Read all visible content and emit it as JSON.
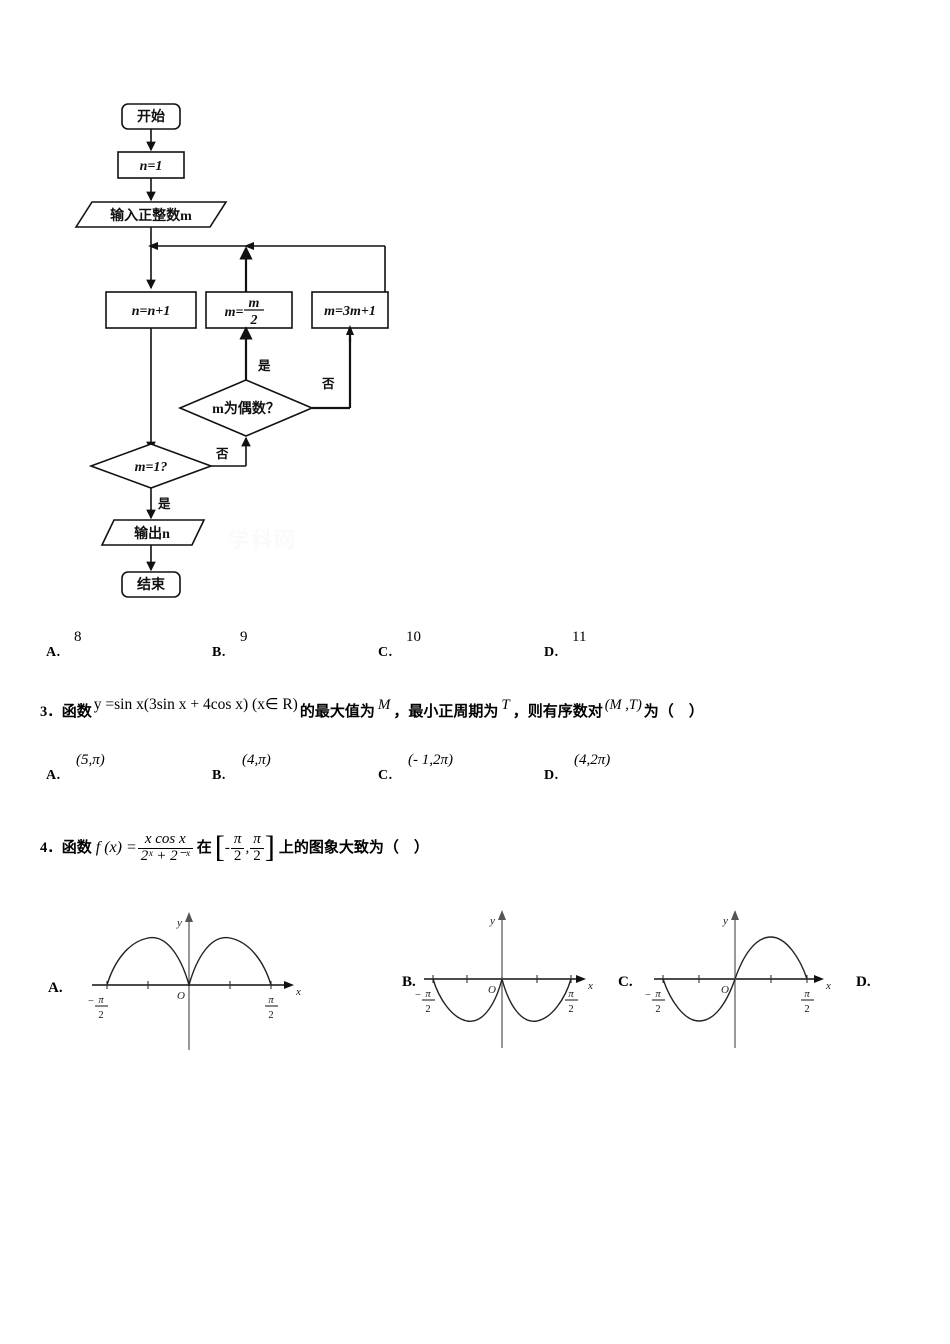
{
  "document": {
    "type": "math-exam-page",
    "watermark": "学科网"
  },
  "flowchart": {
    "title": "program-flowchart",
    "nodes": {
      "start": "开始",
      "init": "n=1",
      "input": "输入正整数m",
      "increment": "n=n+1",
      "halve_lhs": "m=",
      "halve_num": "m",
      "halve_den": "2",
      "triple": "m=3m+1",
      "decision_even": "m为偶数？",
      "decision_one": "m=1?",
      "output": "输出n",
      "end": "结束"
    },
    "edge_labels": {
      "even_yes": "是",
      "even_no": "否",
      "one_no": "否",
      "one_yes": "是"
    }
  },
  "questions": [
    {
      "id": "q2-options",
      "options": [
        {
          "letter": "A.",
          "value": "8"
        },
        {
          "letter": "B.",
          "value": "9"
        },
        {
          "letter": "C.",
          "value": "10"
        },
        {
          "letter": "D.",
          "value": "11"
        }
      ]
    },
    {
      "id": "q3",
      "number": "3．",
      "lead": "函数",
      "formula": "y =sin x(3sin x + 4cos x) (x∈ R)",
      "mid1": "的最大值为",
      "var_M": "M",
      "mid2": "，最小正周期为",
      "var_T": "T",
      "mid3": "，则有序数对",
      "pair": "(M ,T)",
      "tail": "为（　）",
      "options": [
        {
          "letter": "A.",
          "value": "(5,π)"
        },
        {
          "letter": "B.",
          "value": "(4,π)"
        },
        {
          "letter": "C.",
          "value": "(- 1,2π)"
        },
        {
          "letter": "D.",
          "value": "(4,2π)"
        }
      ]
    },
    {
      "id": "q4",
      "number": "4．",
      "lead": "函数",
      "fn_name": "f (x) =",
      "numerator": "x cos x",
      "denominator": "2ˣ + 2⁻ˣ",
      "on_word": "在",
      "interval_left_sign": "-",
      "interval_num1": "π",
      "interval_den1": "2",
      "interval_comma": ",",
      "interval_num2": "π",
      "interval_den2": "2",
      "tail": "上的图象大致为（　）",
      "graphs": [
        {
          "letter": "A.",
          "letter_side": "left",
          "shape": "two-positive-humps",
          "y_label": "y",
          "x_label": "x",
          "origin_label": "O",
          "tick_left_sign": "-",
          "tick_left_num": "π",
          "tick_left_den": "2",
          "tick_right_num": "π",
          "tick_right_den": "2"
        },
        {
          "letter": "B.",
          "letter_side": "left",
          "shape": "two-negative-humps",
          "y_label": "y",
          "x_label": "x",
          "origin_label": "O",
          "tick_left_sign": "-",
          "tick_left_num": "π",
          "tick_left_den": "2",
          "tick_right_num": "π",
          "tick_right_den": "2"
        },
        {
          "letter": "C.",
          "letter_side": "left",
          "shape": "odd-sine-like",
          "y_label": "y",
          "x_label": "x",
          "origin_label": "O",
          "tick_left_sign": "-",
          "tick_left_num": "π",
          "tick_left_den": "2",
          "tick_right_num": "π",
          "tick_right_den": "2"
        },
        {
          "letter": "D.",
          "letter_side": "right"
        }
      ]
    }
  ]
}
